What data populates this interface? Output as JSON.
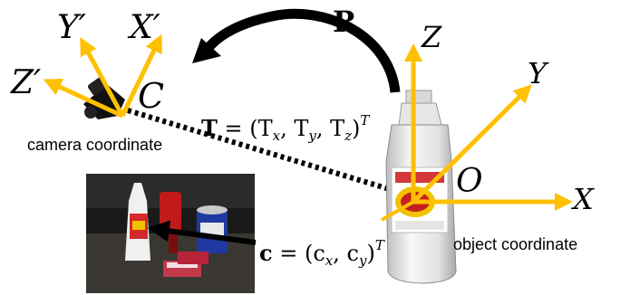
{
  "colors": {
    "axis": "#FFC000",
    "arrow": "#000000",
    "background": "#FFFFFF",
    "bottle_body": "#ECECEC",
    "photo_background": "#1A1A1A"
  },
  "camera": {
    "axis_labels": {
      "x": "X′",
      "y": "Y′",
      "z": "Z′"
    },
    "origin_label": "C",
    "caption": "camera coordinate"
  },
  "object": {
    "axis_labels": {
      "x": "X",
      "y": "Y",
      "z": "Z"
    },
    "origin_label": "O",
    "caption": "object coordinate"
  },
  "rotation": {
    "label": "R"
  },
  "translation": {
    "bold": "T",
    "rest": " = (T",
    "sub_x": "x",
    "sep1": ", T",
    "sub_y": "y",
    "sep2": ", T",
    "sub_z": "z",
    "close": ")",
    "sup": "T"
  },
  "projection": {
    "bold": "c",
    "rest": " = (c",
    "sub_x": "x",
    "sep1": ", c",
    "sub_y": "y",
    "close": ")",
    "sup": "T"
  }
}
